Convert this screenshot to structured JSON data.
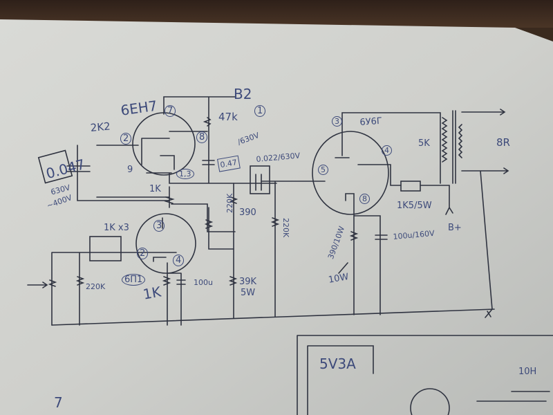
{
  "diagram": {
    "type": "hand-drawn tube amplifier schematic",
    "tubes": {
      "driver": {
        "name": "6EH7",
        "pins": [
          "7",
          "8",
          "2",
          "1,3",
          "9"
        ]
      },
      "phase": {
        "name": "6П1",
        "pins": [
          "3",
          "2",
          "4"
        ]
      },
      "output": {
        "name": "6У6Г",
        "pins": [
          "3",
          "4",
          "5",
          "8"
        ]
      }
    },
    "labels": {
      "b2": "B2",
      "marker_1": "1",
      "r_47k": "47k",
      "r_2k2": "2K2",
      "c_047": "0.47",
      "c_047_rating": "/630V",
      "c_0022": "0.022/630V",
      "c_input": "0.047",
      "c_input_rating1": "630V",
      "c_input_rating2": "~400V",
      "r_1k_top": "1K",
      "r_1kx3": "1K x3",
      "r_220k_in": "220K",
      "r_1k_cathode": "1K",
      "c_100u": "100u",
      "r_220k_mid": "220K",
      "r_390": "390",
      "r_39k": "39K",
      "r_39k_power": "5W",
      "r_220k_grid": "220K",
      "r_390_10w": "390/10W",
      "r_10w": "10W",
      "c_100u_160v": "100u/160V",
      "r_1k5": "1K5/5W",
      "ot_primary": "5K",
      "ot_secondary": "8R",
      "b_plus": "B+",
      "rectifier": "5V3A",
      "choke": "10H",
      "page_note": "7"
    }
  }
}
